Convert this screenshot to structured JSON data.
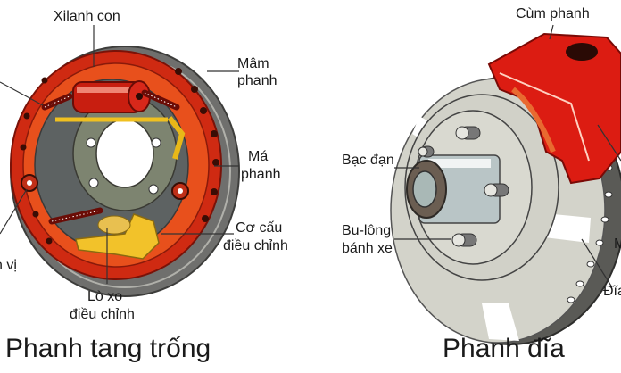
{
  "diagrams": [
    {
      "title": "Phanh tang trống",
      "labels": {
        "xilanh_con": "Xilanh con",
        "mam_phanh_1": "Mâm",
        "mam_phanh_2": "phanh",
        "ma_phanh_1": "Má",
        "ma_phanh_2": "phanh",
        "co_cau_1": "Cơ cấu",
        "co_cau_2": "điều chỉnh",
        "lo_xo_1": "Lò xo",
        "lo_xo_2": "điều chỉnh",
        "dinh_vi_partial": "n vị"
      }
    },
    {
      "title": "Phanh đĩa",
      "labels": {
        "cum_phanh": "Cùm phanh",
        "bac_dan": "Bạc đạn",
        "bu_long_1": "Bu-lông",
        "bu_long_2": "bánh xe",
        "ma_partial": "M",
        "dia_partial": "Đĩa"
      }
    }
  ],
  "colors": {
    "drum_red": "#d42a10",
    "shoe_orange": "#e8501c",
    "backing_gray": "#7a7a78",
    "caliper_red": "#dd1a12",
    "rotor_gray": "#cfcfc6"
  }
}
